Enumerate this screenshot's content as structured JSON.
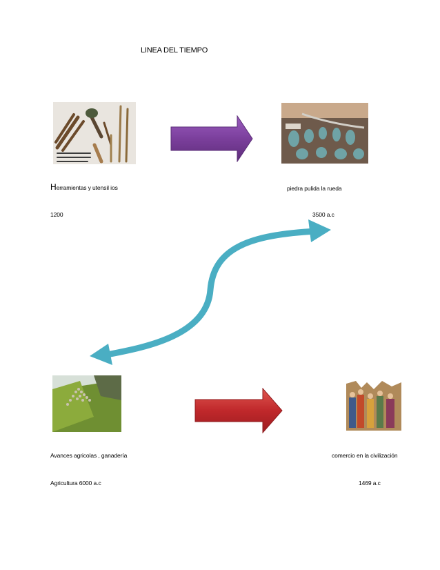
{
  "document": {
    "title": "LINEA DEL TIEMPO",
    "items": [
      {
        "first_letter": "H",
        "caption_rest": "erramientas y utensil ios",
        "date": "1200"
      },
      {
        "caption": "piedra pulida la rueda",
        "date": "3500 a.c"
      },
      {
        "caption": "Avances agricolas , ganadería",
        "date": "Agricultura 6000 a.c"
      },
      {
        "caption": "comercio en la civilización",
        "date": "1469 a.c"
      }
    ]
  },
  "colors": {
    "purple_arrow": "#7b3f9c",
    "red_arrow": "#c0282b",
    "curve_arrow": "#4aaec3"
  },
  "icons": [
    "tools-photo",
    "polished-stone-photo",
    "agriculture-photo",
    "commerce-photo"
  ]
}
